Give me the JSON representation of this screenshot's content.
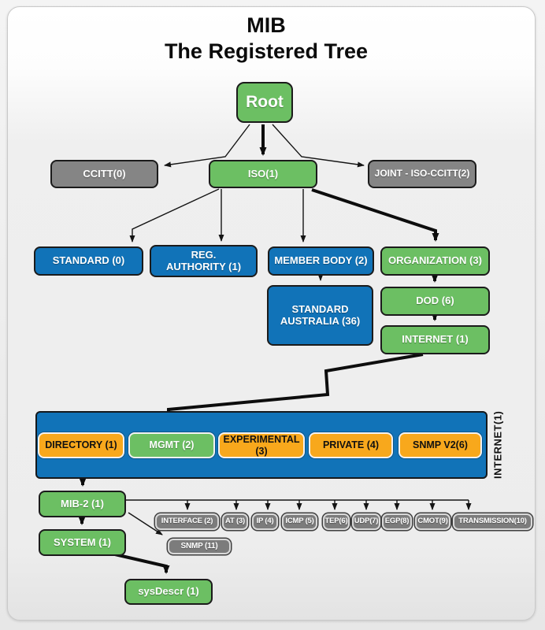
{
  "title": {
    "line1": "MIB",
    "line2": "The Registered Tree"
  },
  "colors": {
    "green": "#6cbf63",
    "blue": "#1173b8",
    "gray": "#858585",
    "orange": "#f8a81c",
    "small_gray": "#7c7c7c",
    "text_light": "#ffffff",
    "text_dark": "#111111"
  },
  "nodes": {
    "root": {
      "label": "Root"
    },
    "ccitt": {
      "label": "CCITT(0)"
    },
    "iso": {
      "label": "ISO(1)"
    },
    "joint": {
      "label": "JOINT - ISO-CCITT(2)"
    },
    "standard": {
      "label": "STANDARD (0)"
    },
    "reg_authority": {
      "label": "REG.\nAUTHORITY (1)"
    },
    "member_body": {
      "label": "MEMBER BODY (2)"
    },
    "organization": {
      "label": "ORGANIZATION (3)"
    },
    "standard_australia": {
      "label": "STANDARD\nAUSTRALIA (36)"
    },
    "dod": {
      "label": "DOD (6)"
    },
    "internet": {
      "label": "INTERNET (1)"
    },
    "directory": {
      "label": "DIRECTORY (1)"
    },
    "mgmt": {
      "label": "MGMT (2)"
    },
    "experimental": {
      "label": "EXPERIMENTAL (3)"
    },
    "private": {
      "label": "PRIVATE (4)"
    },
    "snmp_v2": {
      "label": "SNMP V2(6)"
    },
    "internet_container": {
      "label": "INTERNET(1)"
    },
    "mib2": {
      "label": "MIB-2 (1)"
    },
    "interface": {
      "label": "INTERFACE (2)"
    },
    "at": {
      "label": "AT (3)"
    },
    "ip": {
      "label": "IP (4)"
    },
    "icmp": {
      "label": "ICMP (5)"
    },
    "tep": {
      "label": "TEP(6)"
    },
    "udp": {
      "label": "UDP(7)"
    },
    "egp": {
      "label": "EGP(8)"
    },
    "cmot": {
      "label": "CMOT(9)"
    },
    "transmission": {
      "label": "TRANSMISSION(10)"
    },
    "snmp11": {
      "label": "SNMP (11)"
    },
    "system": {
      "label": "SYSTEM (1)"
    },
    "sysdescr": {
      "label": "sysDescr (1)"
    }
  }
}
